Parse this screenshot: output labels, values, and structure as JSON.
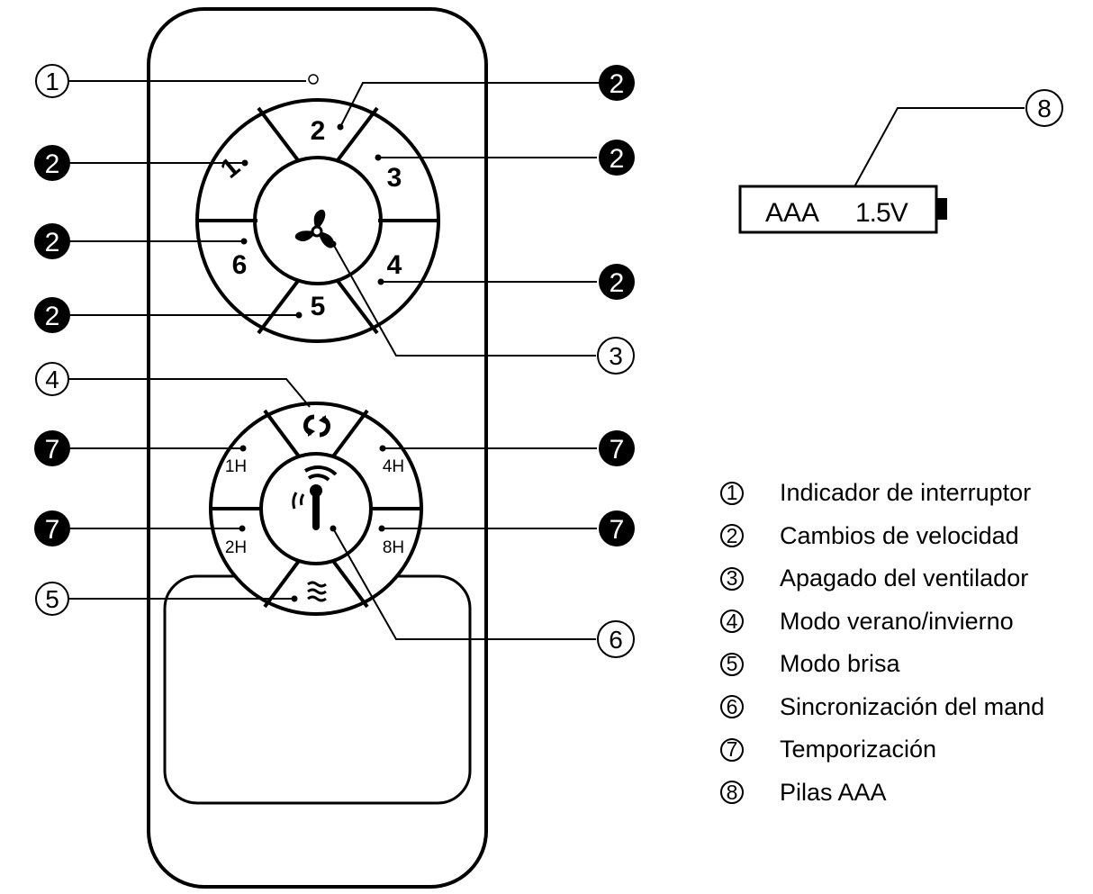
{
  "remote": {
    "speed_buttons": [
      "1",
      "2",
      "3",
      "4",
      "5",
      "6"
    ],
    "timer_buttons": [
      "1H",
      "4H",
      "2H",
      "8H"
    ]
  },
  "battery": {
    "type": "AAA",
    "voltage": "1.5V"
  },
  "callouts": {
    "c1": "1",
    "c3": "3",
    "c4": "4",
    "c5": "5",
    "c6": "6",
    "c8": "8",
    "speed": "2",
    "timer": "7"
  },
  "legend": [
    {
      "num": "1",
      "label": "Indicador de interruptor"
    },
    {
      "num": "2",
      "label": "Cambios de velocidad"
    },
    {
      "num": "3",
      "label": "Apagado del ventilador"
    },
    {
      "num": "4",
      "label": "Modo verano/invierno"
    },
    {
      "num": "5",
      "label": "Modo brisa"
    },
    {
      "num": "6",
      "label": "Sincronización del mand"
    },
    {
      "num": "7",
      "label": "Temporización"
    },
    {
      "num": "8",
      "label": "Pilas AAA"
    }
  ]
}
